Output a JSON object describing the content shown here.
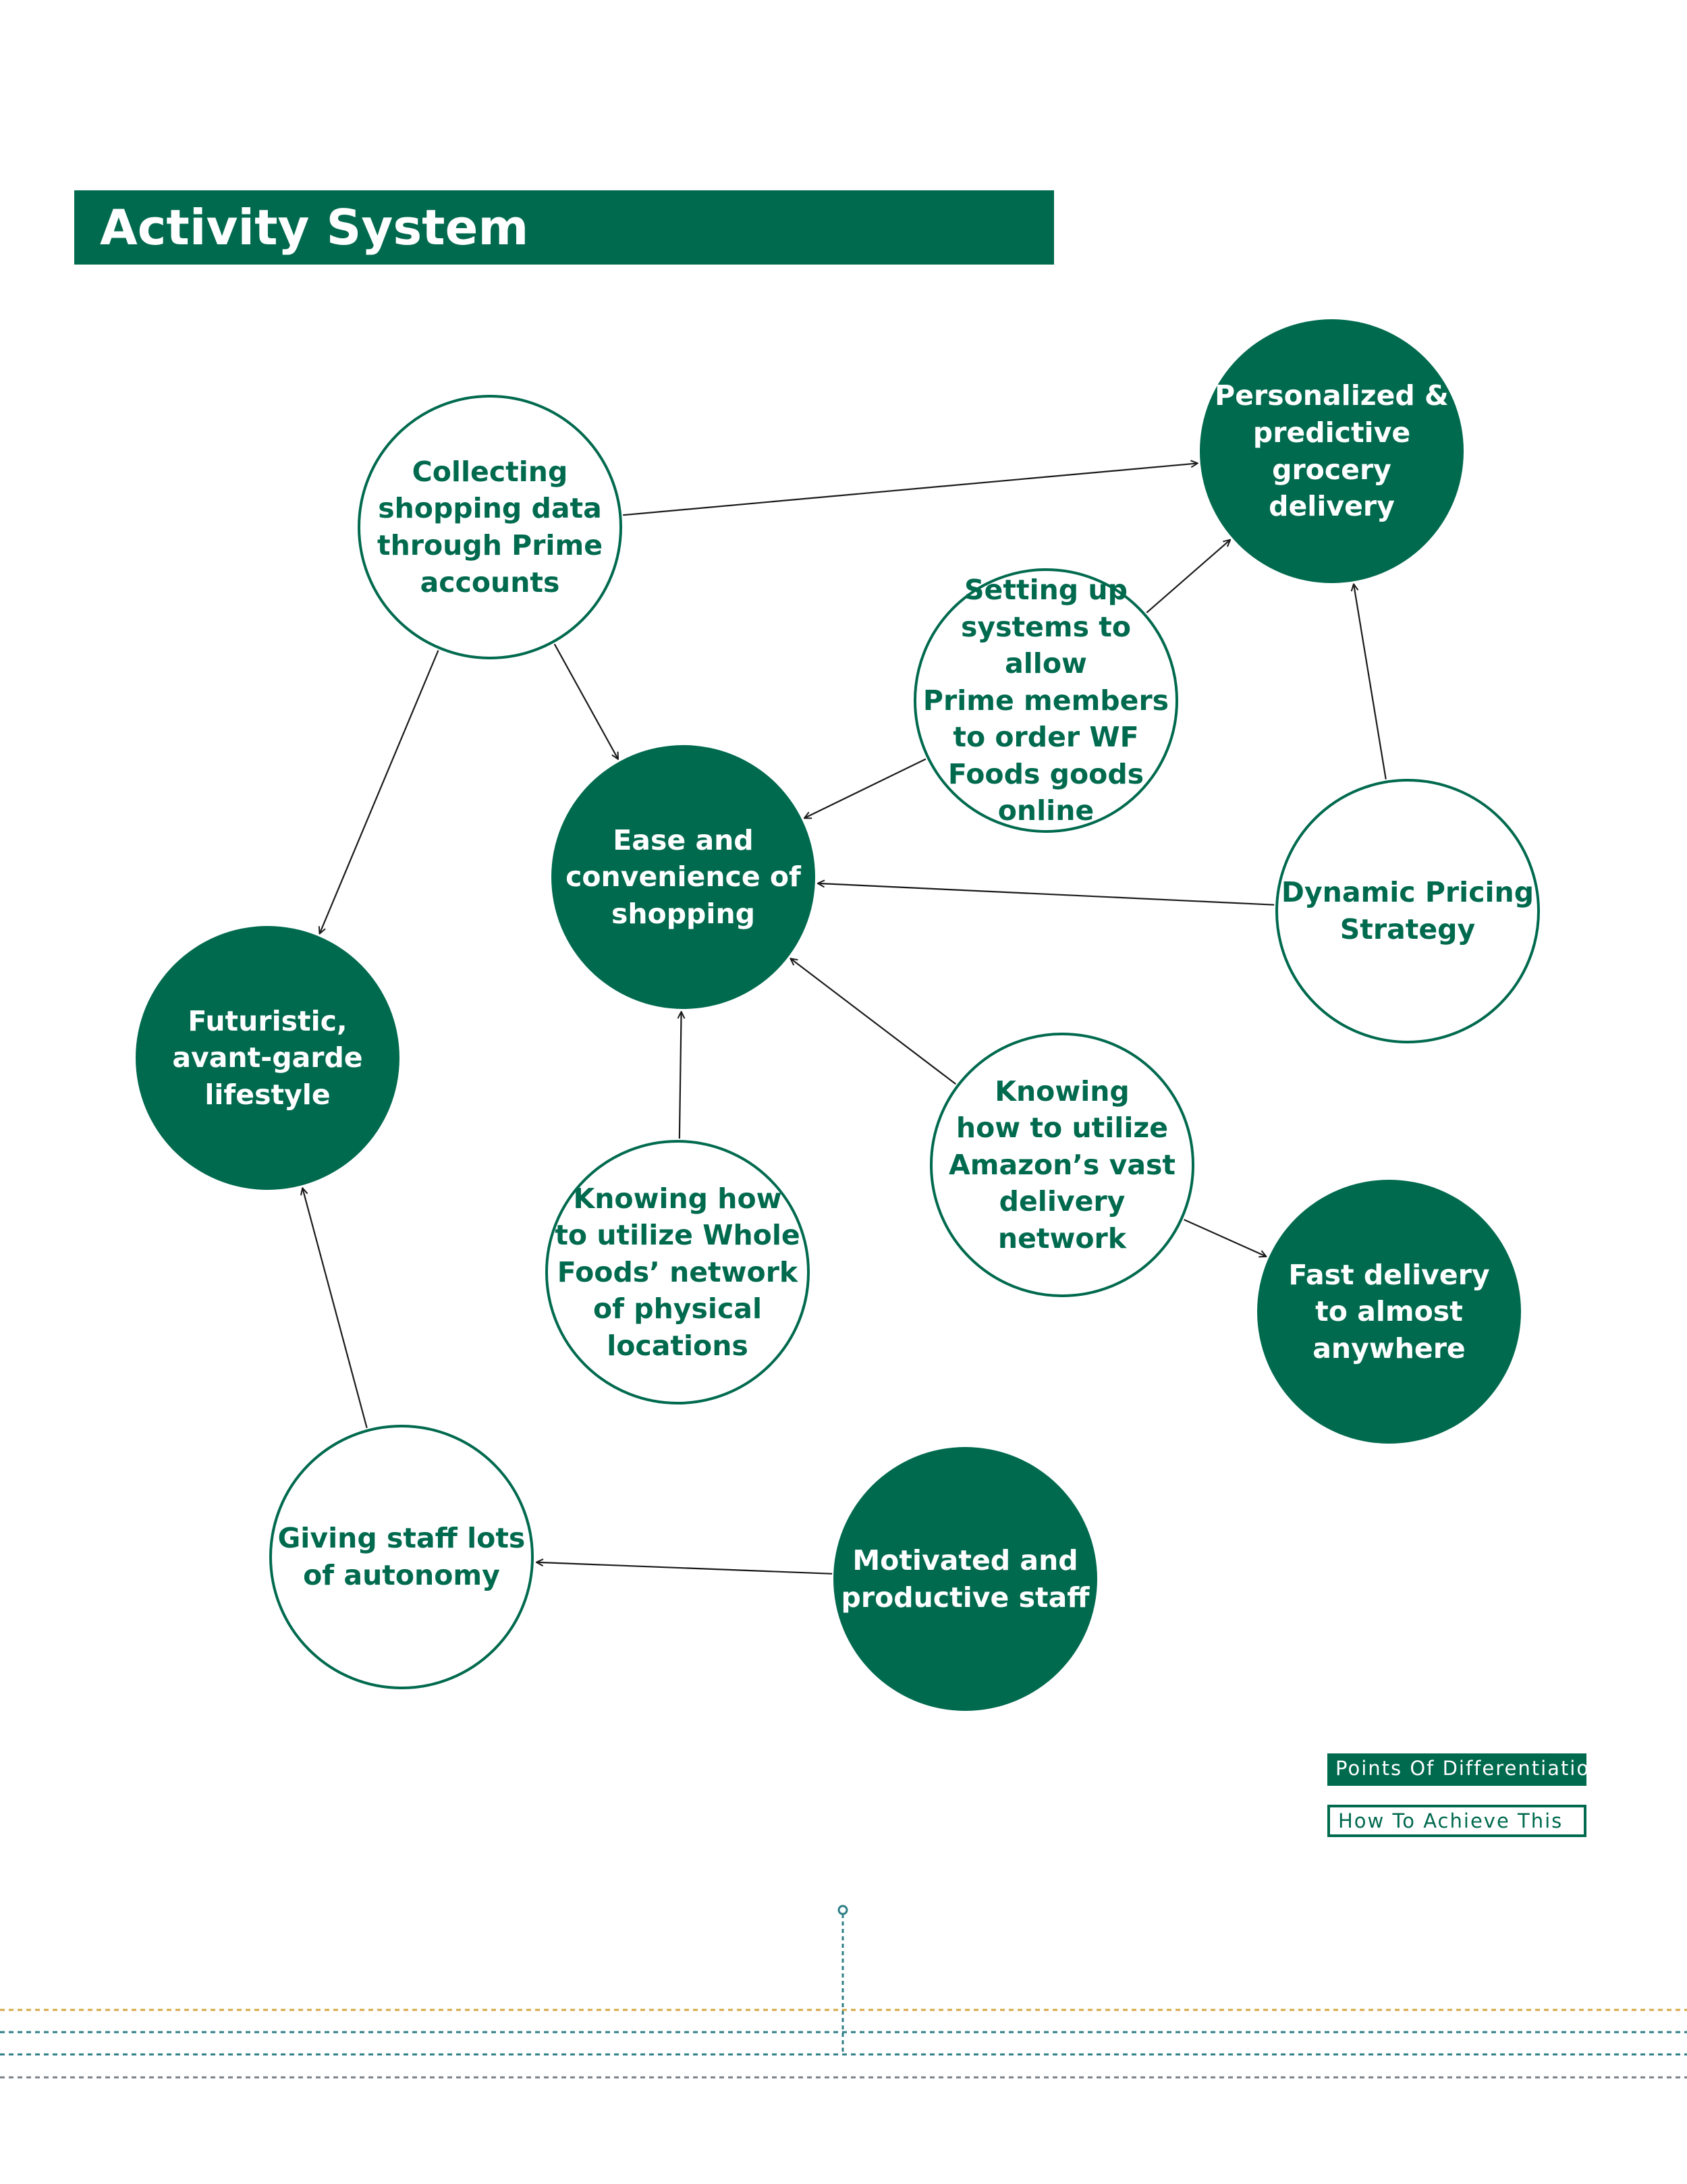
{
  "title": "Activity System",
  "colors": {
    "brand": "#006a4e",
    "arrow": "#1a1a1a",
    "footer_gold": "#d4a743",
    "footer_teal": "#2f7f86",
    "footer_grey": "#7a8087"
  },
  "nodes": [
    {
      "id": "personalized",
      "kind": "filled",
      "label": "Personalized &\npredictive grocery\ndelivery"
    },
    {
      "id": "collecting",
      "kind": "outline",
      "label": "Collecting\nshopping data\nthrough Prime\naccounts"
    },
    {
      "id": "setting-up",
      "kind": "outline",
      "label": "Setting up\nsystems to allow\nPrime members\nto order WF\nFoods goods\nonline"
    },
    {
      "id": "ease",
      "kind": "filled",
      "label": "Ease and\nconvenience of\nshopping"
    },
    {
      "id": "dynamic-pricing",
      "kind": "outline",
      "label": "Dynamic Pricing\nStrategy"
    },
    {
      "id": "futuristic",
      "kind": "filled",
      "label": "Futuristic,\navant-garde\nlifestyle"
    },
    {
      "id": "amazon-network",
      "kind": "outline",
      "label": "Knowing\nhow to utilize\nAmazon’s vast\ndelivery\nnetwork"
    },
    {
      "id": "whole-foods",
      "kind": "outline",
      "label": "Knowing how\nto utilize Whole\nFoods’ network\nof physical\nlocations"
    },
    {
      "id": "fast-delivery",
      "kind": "filled",
      "label": "Fast delivery\nto almost\nanywhere"
    },
    {
      "id": "giving-staff",
      "kind": "outline",
      "label": "Giving staff lots\nof autonomy"
    },
    {
      "id": "motivated",
      "kind": "filled",
      "label": "Motivated and\nproductive staff"
    }
  ],
  "edges": [
    {
      "from": "collecting",
      "to": "personalized"
    },
    {
      "from": "setting-up",
      "to": "personalized"
    },
    {
      "from": "dynamic-pricing",
      "to": "personalized"
    },
    {
      "from": "collecting",
      "to": "ease"
    },
    {
      "from": "collecting",
      "to": "futuristic"
    },
    {
      "from": "setting-up",
      "to": "ease"
    },
    {
      "from": "dynamic-pricing",
      "to": "ease"
    },
    {
      "from": "amazon-network",
      "to": "ease"
    },
    {
      "from": "whole-foods",
      "to": "ease"
    },
    {
      "from": "amazon-network",
      "to": "fast-delivery"
    },
    {
      "from": "giving-staff",
      "to": "futuristic"
    },
    {
      "from": "motivated",
      "to": "giving-staff"
    }
  ],
  "legend": {
    "filled_label": "Points Of Differentiation",
    "outline_label": "How To Achieve This"
  }
}
